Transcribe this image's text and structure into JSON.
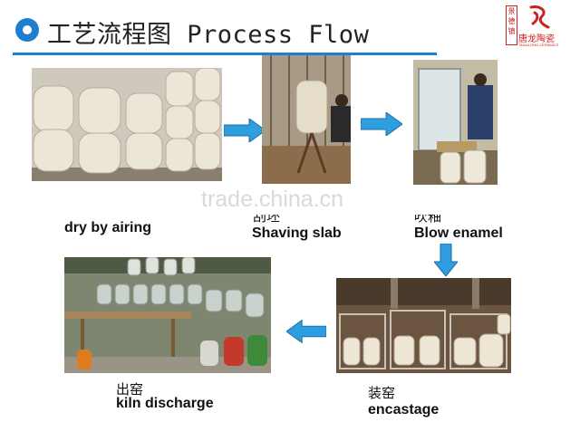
{
  "header": {
    "title": "工艺流程图 Process Flow"
  },
  "logo": {
    "seal_text": "景德镇",
    "brand_cn": "唐龙陶瓷",
    "brand_en": "TANGLONG CERAMICS"
  },
  "steps": [
    {
      "caption_en": "dry by airing"
    },
    {
      "caption_cn": "刮坯",
      "caption_en": "Shaving slab"
    },
    {
      "caption_cn": "吹釉",
      "caption_en": "Blow enamel"
    },
    {
      "caption_cn": "装窑",
      "caption_en": "encastage"
    },
    {
      "caption_cn": "出窑",
      "caption_en": "kiln discharge"
    }
  ],
  "watermark": "trade.china.cn",
  "colors": {
    "accent": "#1e7fd0",
    "arrow": "#2e9ee0",
    "logo_red": "#cc2222"
  }
}
